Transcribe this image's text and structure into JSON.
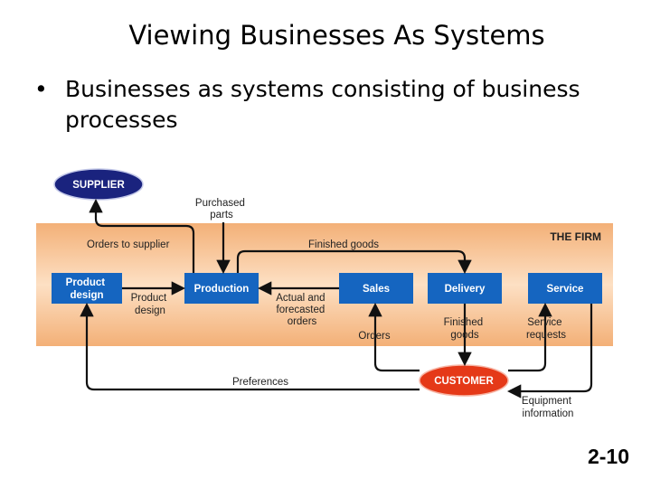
{
  "slide": {
    "title": "Viewing Businesses As Systems",
    "bullet": "Businesses as systems consisting of business processes",
    "page_number": "2-10"
  },
  "diagram": {
    "firm_label": "THE FIRM",
    "supplier": "SUPPLIER",
    "customer": "CUSTOMER",
    "departments": {
      "product_design": [
        "Product",
        "design"
      ],
      "production": "Production",
      "sales": "Sales",
      "delivery": "Delivery",
      "service": "Service"
    },
    "flows": {
      "purchased_parts": [
        "Purchased",
        "parts"
      ],
      "orders_to_supplier": "Orders to supplier",
      "finished_goods_top": "Finished goods",
      "product_design_flow": [
        "Product",
        "design"
      ],
      "actual_forecasted_orders": [
        "Actual and",
        "forecasted",
        "orders"
      ],
      "orders": "Orders",
      "finished_goods_bottom": [
        "Finished",
        "goods"
      ],
      "service_requests": [
        "Service",
        "requests"
      ],
      "preferences": "Preferences",
      "equipment_information": [
        "Equipment",
        "information"
      ]
    },
    "colors": {
      "node_blue": "#1565c0",
      "supplier_navy": "#1a237e",
      "customer_red": "#e53918",
      "arrow": "#111111",
      "band_edge": "#f3b077",
      "band_mid": "#fde0c4"
    }
  }
}
